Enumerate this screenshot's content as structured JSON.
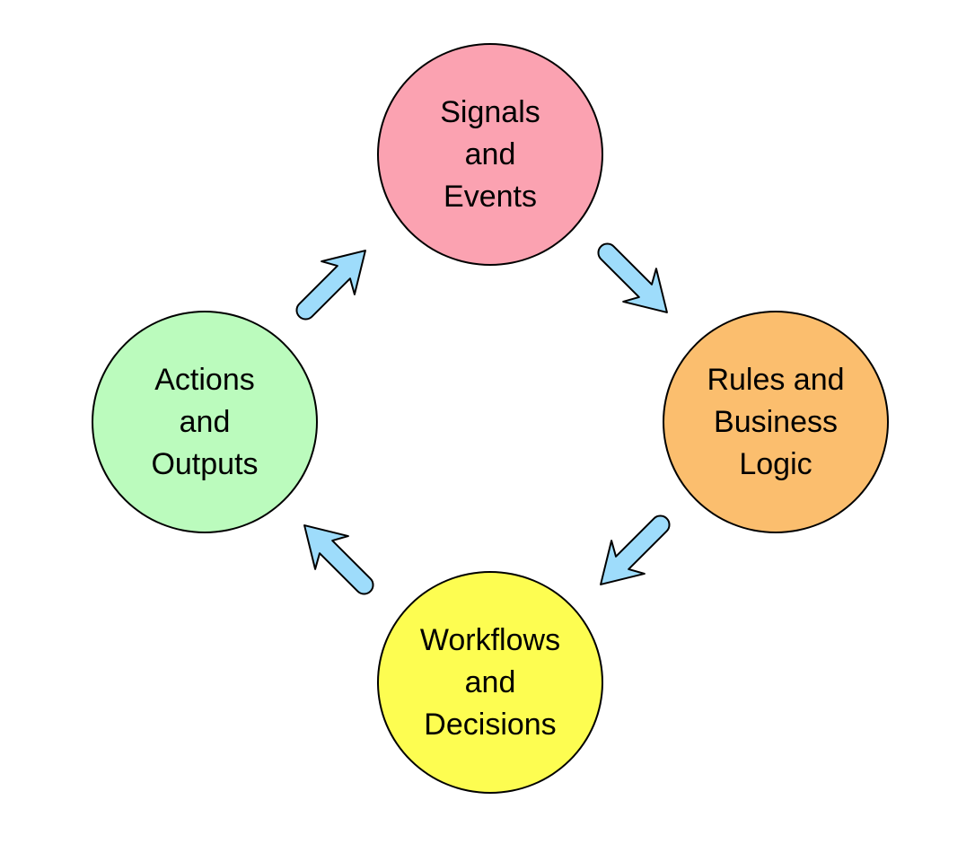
{
  "nodes": [
    {
      "label": "Signals\nand\nEvents",
      "color": "#FBA2B1"
    },
    {
      "label": "Rules and\nBusiness\nLogic",
      "color": "#FBBE6E"
    },
    {
      "label": "Workflows\nand\nDecisions",
      "color": "#FDFD51"
    },
    {
      "label": "Actions\nand\nOutputs",
      "color": "#BBFBBD"
    }
  ],
  "arrow_color": "#9EDCFB",
  "cycle_direction": "clockwise"
}
